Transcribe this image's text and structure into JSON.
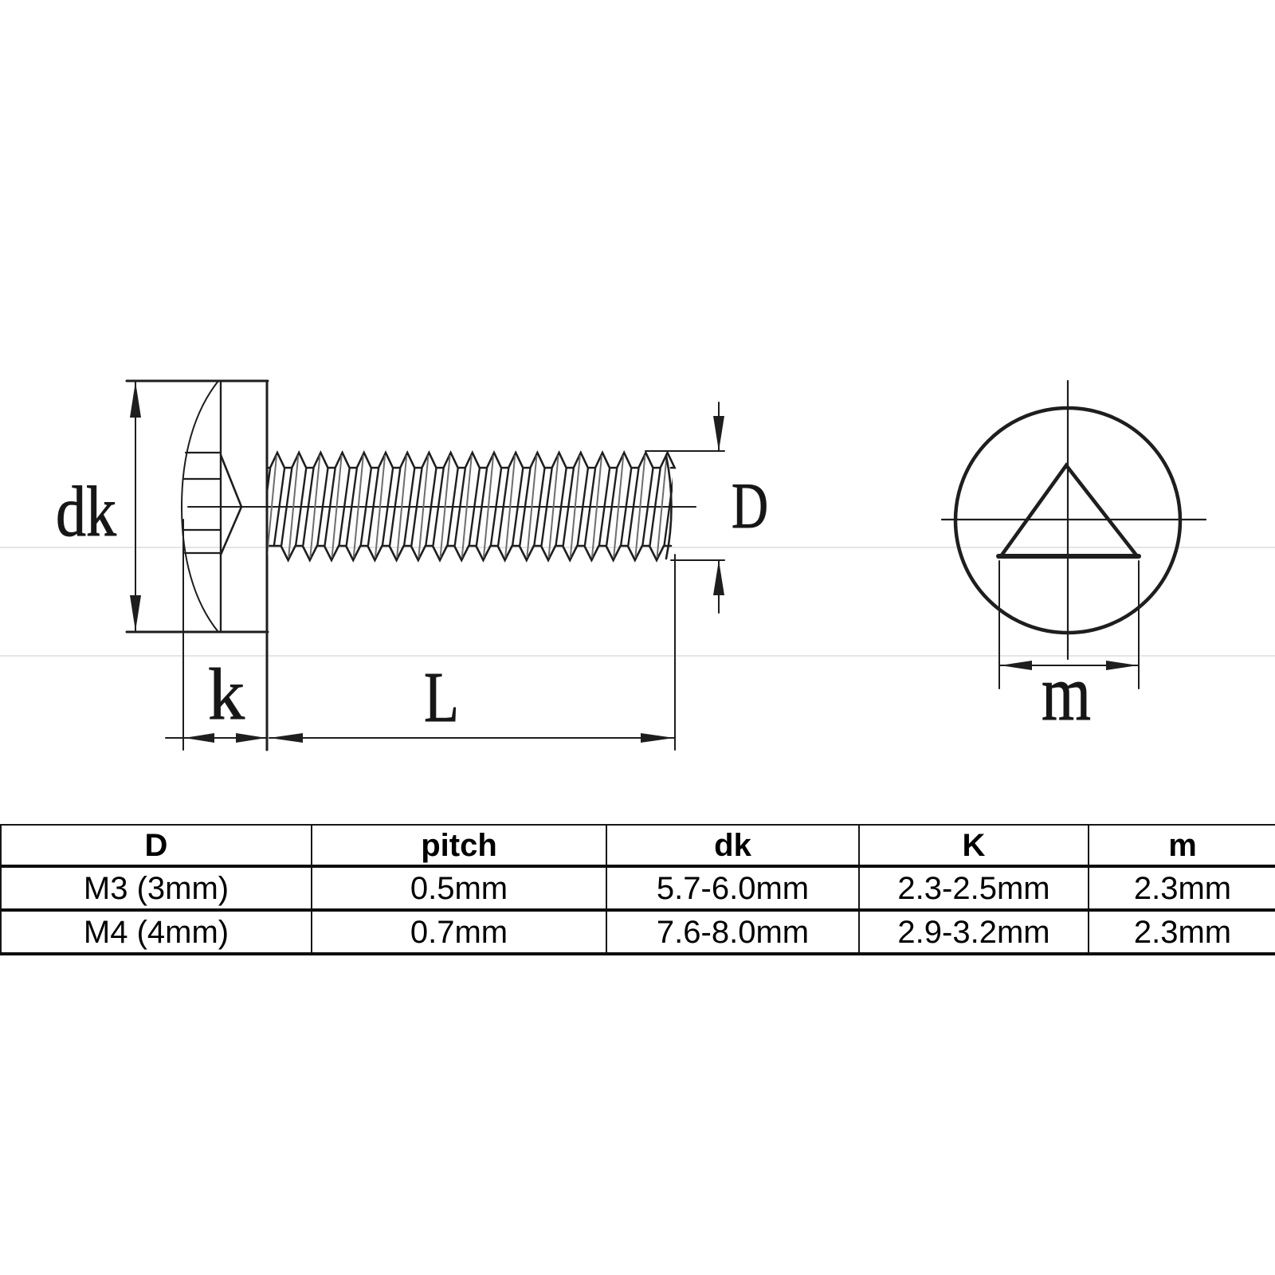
{
  "diagram": {
    "labels": {
      "head_diameter": "dk",
      "head_height": "k",
      "screw_length": "L",
      "thread_diameter": "D",
      "recess_width": "m"
    }
  },
  "table": {
    "headers": [
      "D",
      "pitch",
      "dk",
      "K",
      "m"
    ],
    "rows": [
      [
        "M3 (3mm)",
        "0.5mm",
        "5.7-6.0mm",
        "2.3-2.5mm",
        "2.3mm"
      ],
      [
        "M4 (4mm)",
        "0.7mm",
        "7.6-8.0mm",
        "2.9-3.2mm",
        "2.3mm"
      ]
    ]
  },
  "colors": {
    "line": "#1e1e1e",
    "shade": "#6e6e6e",
    "faint_scan_line": "#e5e5e5",
    "table_border": "#161616",
    "text": "#000000",
    "background": "#ffffff"
  }
}
